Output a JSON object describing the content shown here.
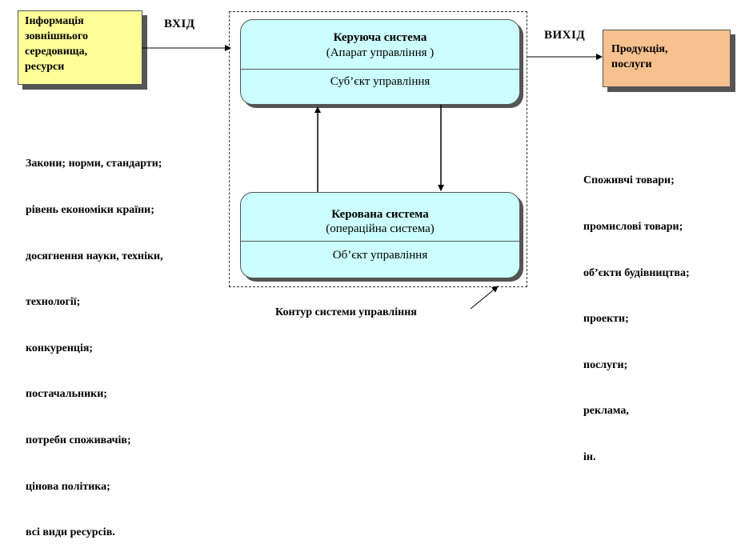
{
  "input_box": {
    "lines": [
      "Інформація",
      "зовнішнього",
      "середовища,",
      "ресурси"
    ]
  },
  "input_label": "ВХІД",
  "output_label": "ВИХІД",
  "output_box": {
    "lines": [
      "Продукція,",
      "послуги"
    ]
  },
  "control_system": {
    "title": "Керуюча система",
    "subtitle": "(Апарат управління )",
    "role": "Суб’єкт управління"
  },
  "managed_system": {
    "title": "Керована система",
    "subtitle": "(операційна система)",
    "role": "Об’єкт управління"
  },
  "environment_factors": [
    "Закони; норми, стандарти;",
    "рівень економіки країни;",
    "досягнення науки, техніки,",
    "технології;",
    "конкуренція;",
    "постачальники;",
    "потреби споживачів;",
    "цінова політика;",
    "всі види ресурсів."
  ],
  "output_items": [
    "Споживчі товари;",
    "промислові товари;",
    "об’єкти будівництва;",
    "проекти;",
    "послуги;",
    "реклама,",
    "ін."
  ],
  "contour_caption": "Контур системи управління"
}
